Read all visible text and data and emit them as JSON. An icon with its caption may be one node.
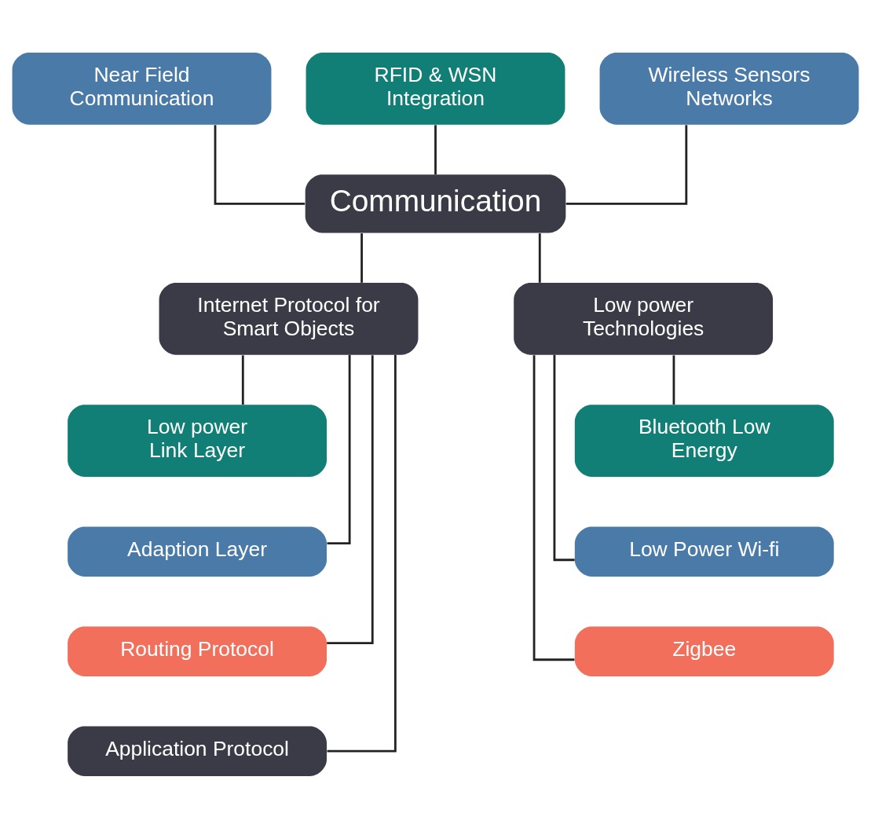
{
  "diagram": {
    "nodes": [
      {
        "text": [
          "Near Field Communication"
        ]
      },
      {
        "text": [
          "RFID & WSN Integration"
        ]
      },
      {
        "text": [
          "Wireless Sensors Networks"
        ]
      },
      {
        "text": [
          "Communication"
        ]
      },
      {
        "text": [
          "Internet Protocol for Smart Objects"
        ]
      },
      {
        "text": [
          "Low power Technologies"
        ]
      },
      {
        "text": [
          "Low power Link Layer"
        ]
      },
      {
        "text": [
          "Adaption Layer"
        ]
      },
      {
        "text": [
          "Routing Protocol"
        ]
      },
      {
        "text": [
          "Application Protocol"
        ]
      },
      {
        "text": [
          "Bluetooth Low Energy"
        ]
      },
      {
        "text": [
          "Low Power Wi-fi"
        ]
      },
      {
        "text": [
          "Zigbee"
        ]
      }
    ],
    "edges": [
      {
        "from": 0,
        "to": 3,
        "arrow": "none"
      },
      {
        "from": 1,
        "to": 3,
        "arrow": "none"
      },
      {
        "from": 2,
        "to": 3,
        "arrow": "none"
      },
      {
        "from": 3,
        "to": 4,
        "arrow": "none"
      },
      {
        "from": 3,
        "to": 5,
        "arrow": "none"
      },
      {
        "from": 4,
        "to": 6,
        "arrow": "none"
      },
      {
        "from": 4,
        "to": 7,
        "arrow": "none"
      },
      {
        "from": 4,
        "to": 8,
        "arrow": "none"
      },
      {
        "from": 4,
        "to": 9,
        "arrow": "none"
      },
      {
        "from": 5,
        "to": 10,
        "arrow": "none"
      },
      {
        "from": 5,
        "to": 11,
        "arrow": "none"
      },
      {
        "from": 5,
        "to": 12,
        "arrow": "none"
      }
    ]
  }
}
